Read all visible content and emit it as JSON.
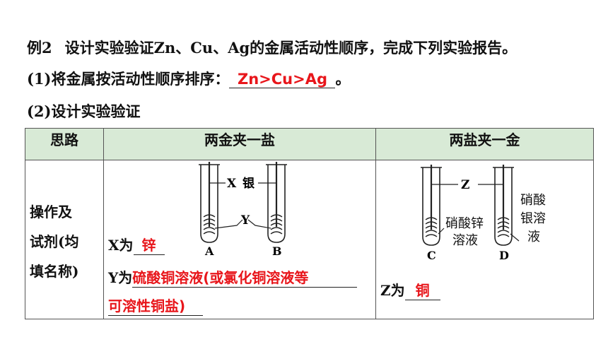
{
  "heading": {
    "label": "例2",
    "text": "设计实验验证Zn、Cu、Ag的金属活动性顺序，完成下列实验报告。"
  },
  "q1": {
    "prefix": "(1)将金属按活动性顺序排序：",
    "answer": "Zn>Cu>Ag",
    "suffix": "。"
  },
  "q2": {
    "text": "(2)设计实验验证"
  },
  "table": {
    "headers": [
      "思路",
      "两金夹一盐",
      "两盐夹一金"
    ],
    "row_label": [
      "操作及",
      "试剂(均",
      "填名称)"
    ],
    "col2": {
      "x_prefix": "X为",
      "x_answer": "锌",
      "y_prefix": "Y为",
      "y_answer_line1": "硫酸铜溶液(或氯化铜溶液等",
      "y_answer_line2": "可溶性铜盐)",
      "diagram": {
        "label_x": "X",
        "label_silver": "银",
        "label_y": "Y",
        "tube_a": "A",
        "tube_b": "B"
      }
    },
    "col3": {
      "z_prefix": "Z为",
      "z_answer": "铜",
      "diagram": {
        "label_z": "Z",
        "tube_c": "C",
        "tube_d": "D",
        "sol_c": [
          "硝酸锌",
          "溶液"
        ],
        "sol_d": [
          "硝酸",
          "银溶",
          "液"
        ]
      }
    }
  },
  "colors": {
    "answer": "#e8161b",
    "header_bg": "#d8ead6",
    "border": "#555555"
  }
}
